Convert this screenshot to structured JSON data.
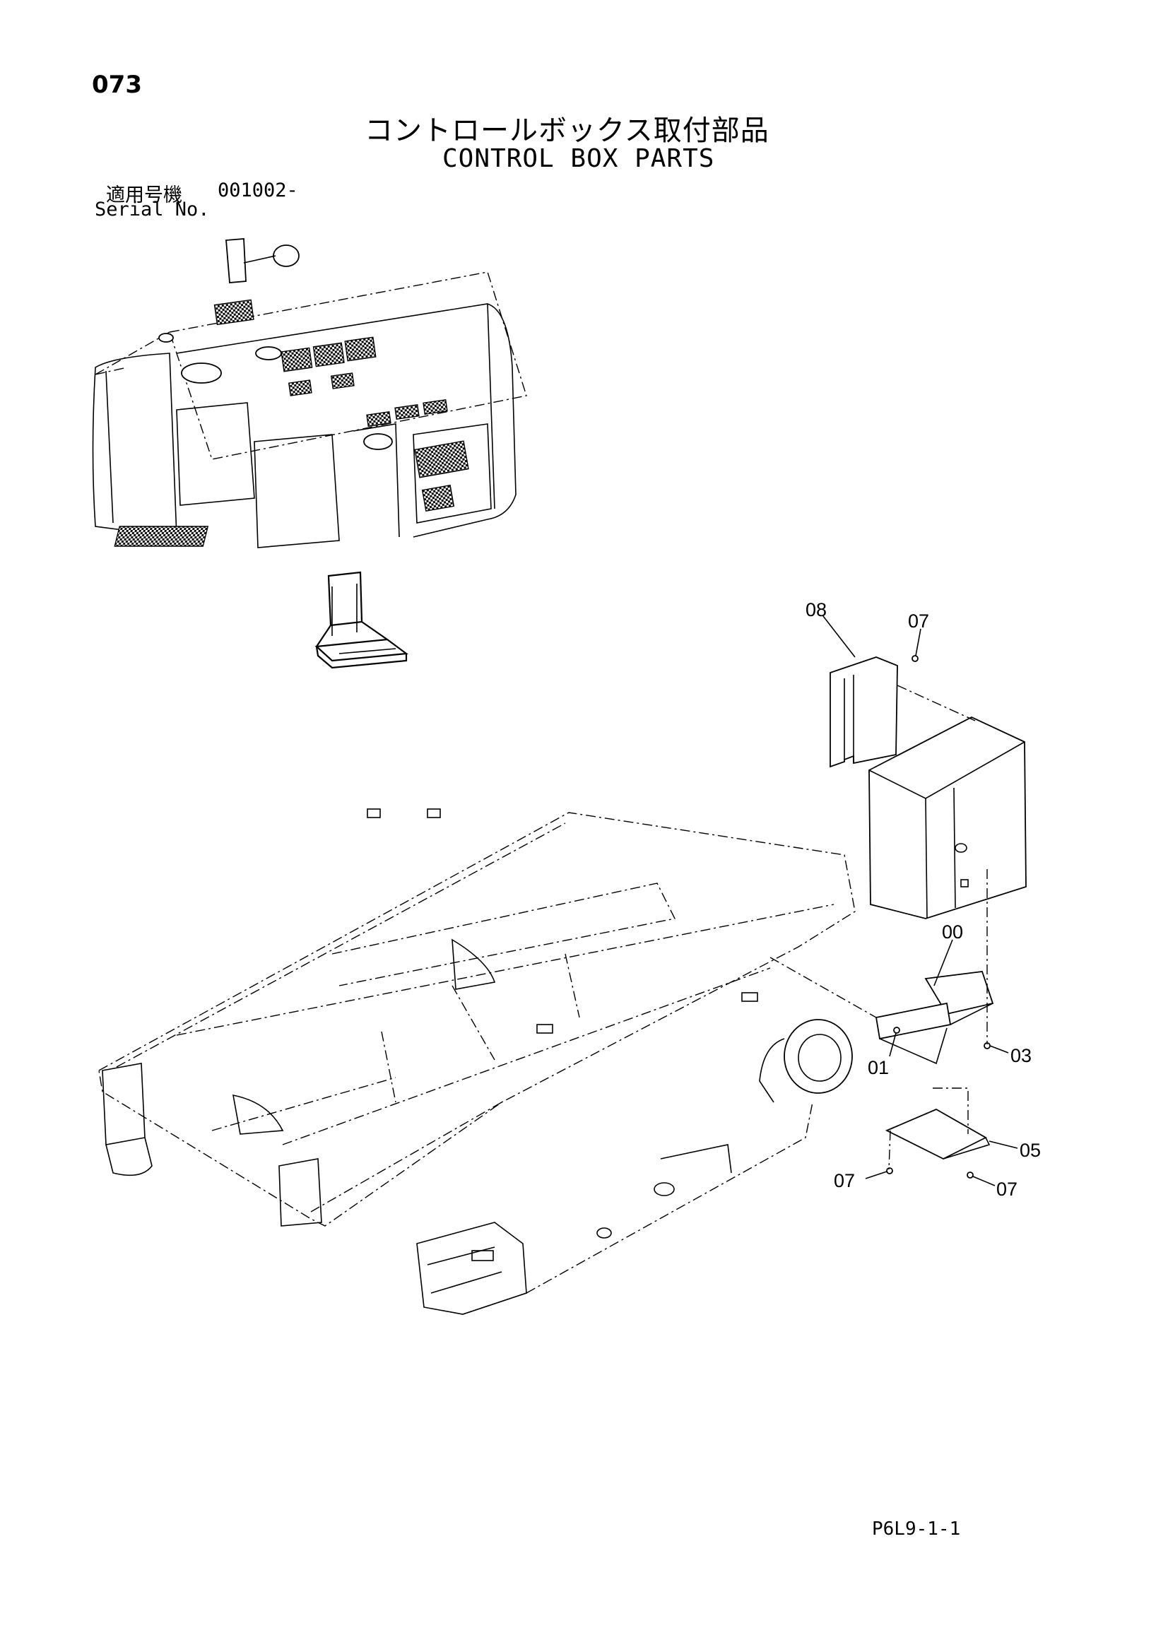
{
  "page_number": "073",
  "title_jp": "コントロールボックス取付部品",
  "title_en": "CONTROL BOX PARTS",
  "serial": {
    "label_jp": "適用号機",
    "value": "001002-",
    "label_en": "Serial No."
  },
  "callouts": {
    "c08": "08",
    "c07_top": "07",
    "c00": "00",
    "c01": "01",
    "c03": "03",
    "c05": "05",
    "c07_left": "07",
    "c07_right": "07"
  },
  "footer_code": "P6L9-1-1"
}
